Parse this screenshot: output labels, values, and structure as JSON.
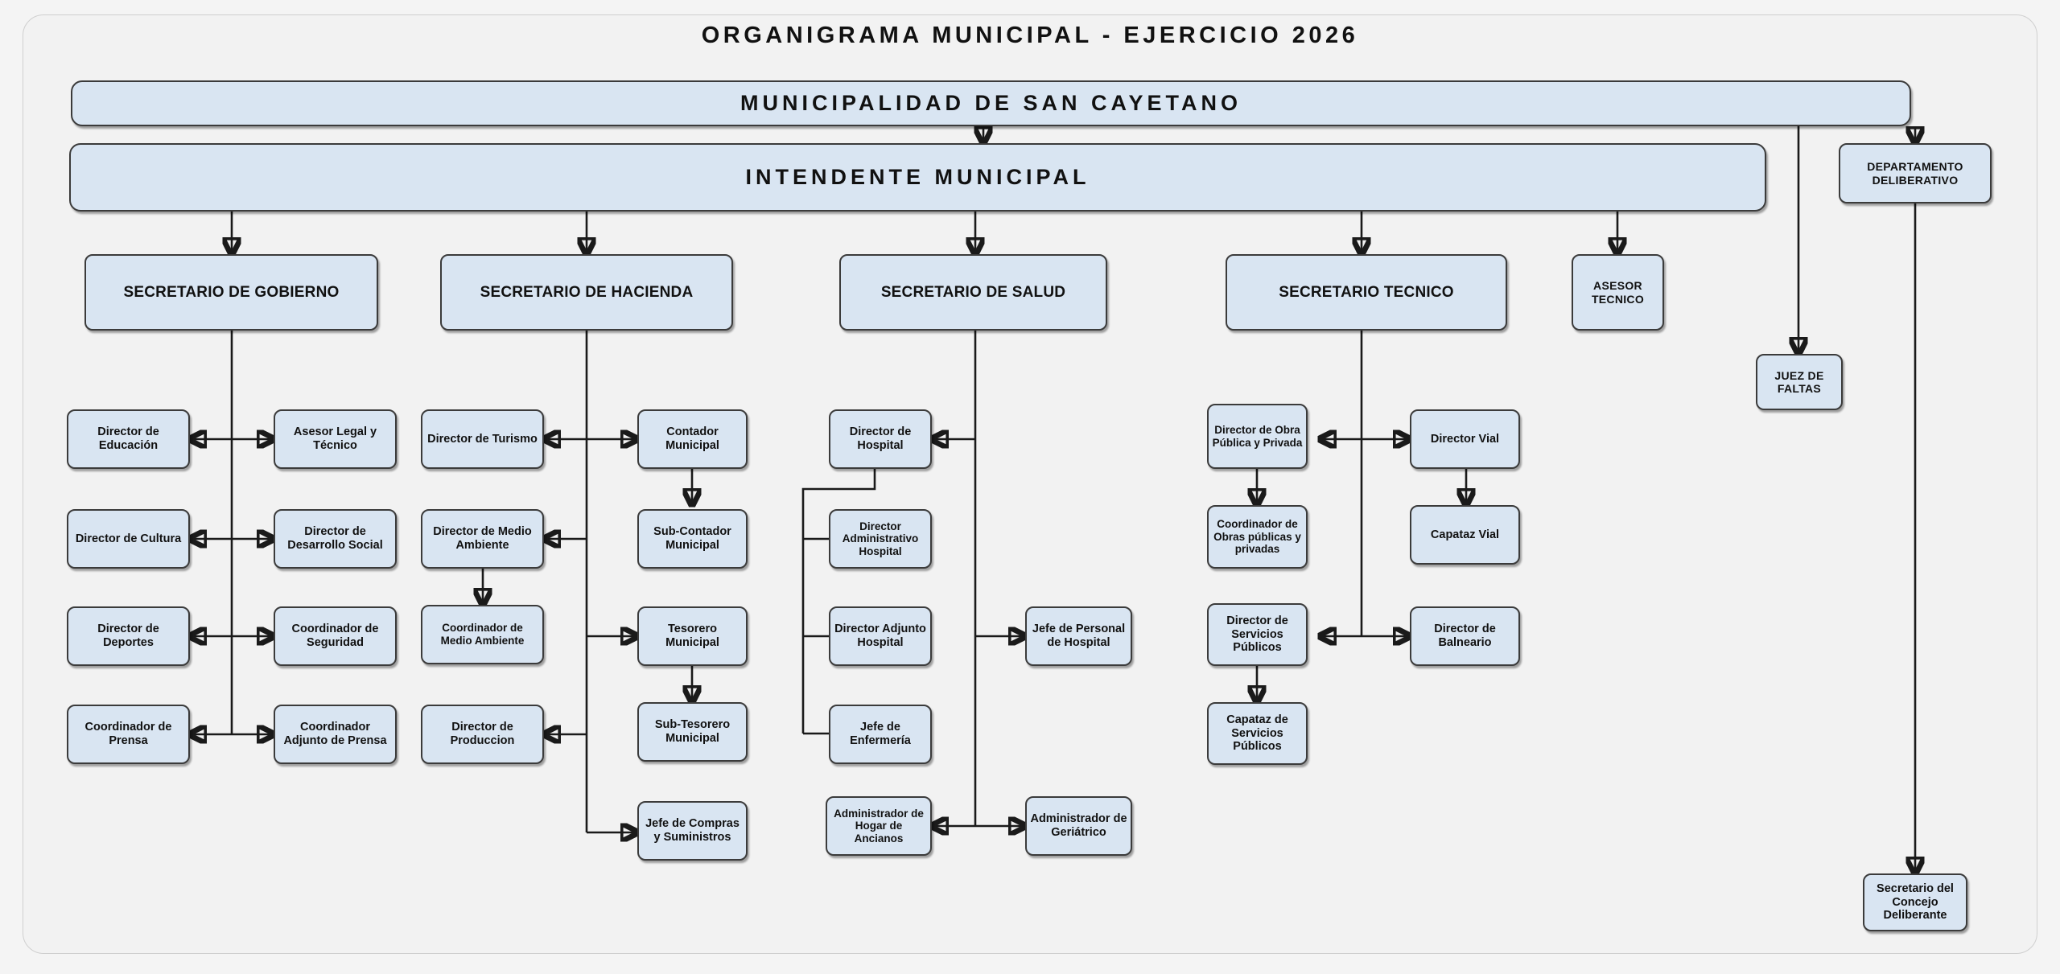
{
  "page": {
    "title": "ORGANIGRAMA MUNICIPAL - EJERCICIO 2026",
    "accent_box_fill": "#d9e5f2",
    "box_border": "#3b3b3b",
    "background": "#f2f2f2"
  },
  "chart_data": {
    "type": "diagram",
    "title": "ORGANIGRAMA MUNICIPAL - EJERCICIO 2026",
    "root": "MUNICIPALIDAD DE SAN CAYETANO",
    "nodes": [
      "MUNICIPALIDAD DE SAN CAYETANO",
      "INTENDENTE  MUNICIPAL",
      "DEPARTAMENTO DELIBERATIVO",
      "JUEZ DE FALTAS",
      "Secretario del Concejo Deliberante",
      "SECRETARIO DE GOBIERNO",
      "SECRETARIO DE HACIENDA",
      "SECRETARIO DE SALUD",
      "SECRETARIO TECNICO",
      "ASESOR TECNICO",
      "Director de Educación",
      "Asesor Legal y Técnico",
      "Director de Cultura",
      "Director de Desarrollo Social",
      "Director de Deportes",
      "Coordinador de Seguridad",
      "Coordinador de Prensa",
      "Coordinador Adjunto de Prensa",
      "Director de Turismo",
      "Contador Municipal",
      "Sub-Contador Municipal",
      "Director de Medio Ambiente",
      "Coordinador de Medio Ambiente",
      "Tesorero Municipal",
      "Sub-Tesorero Municipal",
      "Director de Produccion",
      "Jefe de Compras y Suministros",
      "Director de Hospital",
      "Director Administrativo Hospital",
      "Director Adjunto Hospital",
      "Jefe de Enfermería",
      "Jefe de Personal de Hospital",
      "Administrador de Hogar de Ancianos",
      "Administrador de Geriátrico",
      "Director de Obra Pública y Privada",
      "Coordinador de Obras  públicas y privadas",
      "Director Vial",
      "Capataz Vial",
      "Director de Servicios Públicos",
      "Capataz de Servicios Públicos",
      "Director de Balneario"
    ],
    "edges": [
      [
        "MUNICIPALIDAD DE SAN CAYETANO",
        "INTENDENTE  MUNICIPAL"
      ],
      [
        "MUNICIPALIDAD DE SAN CAYETANO",
        "DEPARTAMENTO DELIBERATIVO"
      ],
      [
        "MUNICIPALIDAD DE SAN CAYETANO",
        "JUEZ DE FALTAS"
      ],
      [
        "DEPARTAMENTO DELIBERATIVO",
        "Secretario del Concejo Deliberante"
      ],
      [
        "INTENDENTE  MUNICIPAL",
        "SECRETARIO DE GOBIERNO"
      ],
      [
        "INTENDENTE  MUNICIPAL",
        "SECRETARIO DE HACIENDA"
      ],
      [
        "INTENDENTE  MUNICIPAL",
        "SECRETARIO DE SALUD"
      ],
      [
        "INTENDENTE  MUNICIPAL",
        "SECRETARIO TECNICO"
      ],
      [
        "INTENDENTE  MUNICIPAL",
        "ASESOR TECNICO"
      ],
      [
        "SECRETARIO DE GOBIERNO",
        "Director de Educación"
      ],
      [
        "SECRETARIO DE GOBIERNO",
        "Asesor Legal y Técnico"
      ],
      [
        "SECRETARIO DE GOBIERNO",
        "Director de Cultura"
      ],
      [
        "SECRETARIO DE GOBIERNO",
        "Director de Desarrollo Social"
      ],
      [
        "SECRETARIO DE GOBIERNO",
        "Director de Deportes"
      ],
      [
        "SECRETARIO DE GOBIERNO",
        "Coordinador de Seguridad"
      ],
      [
        "SECRETARIO DE GOBIERNO",
        "Coordinador de Prensa"
      ],
      [
        "SECRETARIO DE GOBIERNO",
        "Coordinador Adjunto de Prensa"
      ],
      [
        "SECRETARIO DE HACIENDA",
        "Director de Turismo"
      ],
      [
        "SECRETARIO DE HACIENDA",
        "Contador Municipal"
      ],
      [
        "Contador Municipal",
        "Sub-Contador Municipal"
      ],
      [
        "SECRETARIO DE HACIENDA",
        "Director de Medio Ambiente"
      ],
      [
        "Director de Medio Ambiente",
        "Coordinador de Medio Ambiente"
      ],
      [
        "SECRETARIO DE HACIENDA",
        "Tesorero Municipal"
      ],
      [
        "Tesorero Municipal",
        "Sub-Tesorero Municipal"
      ],
      [
        "SECRETARIO DE HACIENDA",
        "Director de Produccion"
      ],
      [
        "SECRETARIO DE HACIENDA",
        "Jefe de Compras y Suministros"
      ],
      [
        "SECRETARIO DE SALUD",
        "Director de Hospital"
      ],
      [
        "Director de Hospital",
        "Director Administrativo Hospital"
      ],
      [
        "Director de Hospital",
        "Director Adjunto Hospital"
      ],
      [
        "Director de Hospital",
        "Jefe de Enfermería"
      ],
      [
        "SECRETARIO DE SALUD",
        "Jefe de Personal de Hospital"
      ],
      [
        "SECRETARIO DE SALUD",
        "Administrador de Hogar de Ancianos"
      ],
      [
        "SECRETARIO DE SALUD",
        "Administrador de Geriátrico"
      ],
      [
        "SECRETARIO TECNICO",
        "Director de Obra Pública y Privada"
      ],
      [
        "Director de Obra Pública y Privada",
        "Coordinador de Obras  públicas y privadas"
      ],
      [
        "SECRETARIO TECNICO",
        "Director Vial"
      ],
      [
        "Director Vial",
        "Capataz Vial"
      ],
      [
        "SECRETARIO TECNICO",
        "Director de Servicios Públicos"
      ],
      [
        "Director de Servicios Públicos",
        "Capataz de Servicios Públicos"
      ],
      [
        "SECRETARIO TECNICO",
        "Director de Balneario"
      ]
    ]
  },
  "top": {
    "municipalidad": "MUNICIPALIDAD DE SAN CAYETANO",
    "intendente": "INTENDENTE  MUNICIPAL",
    "departamento_deliberativo": "DEPARTAMENTO DELIBERATIVO",
    "juez_de_faltas": "JUEZ DE FALTAS",
    "secretario_concejo": "Secretario del Concejo Deliberante"
  },
  "secretarias": {
    "gobierno": "SECRETARIO DE GOBIERNO",
    "hacienda": "SECRETARIO DE HACIENDA",
    "salud": "SECRETARIO DE SALUD",
    "tecnico": "SECRETARIO TECNICO",
    "asesor_tecnico": "ASESOR TECNICO"
  },
  "gobierno": {
    "left": [
      "Director de Educación",
      "Director de Cultura",
      "Director de Deportes",
      "Coordinador de Prensa"
    ],
    "right": [
      "Asesor Legal y Técnico",
      "Director de Desarrollo Social",
      "Coordinador de Seguridad",
      "Coordinador Adjunto de Prensa"
    ]
  },
  "hacienda": {
    "left": [
      "Director de Turismo",
      "Director de Medio Ambiente",
      "Coordinador de Medio Ambiente",
      "Director de Produccion"
    ],
    "right": [
      "Contador Municipal",
      "Sub-Contador Municipal",
      "Tesorero Municipal",
      "Sub-Tesorero Municipal",
      "Jefe de Compras y Suministros"
    ]
  },
  "salud": {
    "left": [
      "Director de Hospital",
      "Director Administrativo Hospital",
      "Director Adjunto Hospital",
      "Jefe de Enfermería",
      "Administrador de Hogar de Ancianos"
    ],
    "right": [
      "Jefe de Personal de Hospital",
      "Administrador de Geriátrico"
    ]
  },
  "tecnico": {
    "left": [
      "Director de Obra Pública y Privada",
      "Coordinador de Obras  públicas y privadas",
      "Director de Servicios Públicos",
      "Capataz de Servicios Públicos"
    ],
    "right": [
      "Director Vial",
      "Capataz Vial",
      "Director de Balneario"
    ]
  }
}
